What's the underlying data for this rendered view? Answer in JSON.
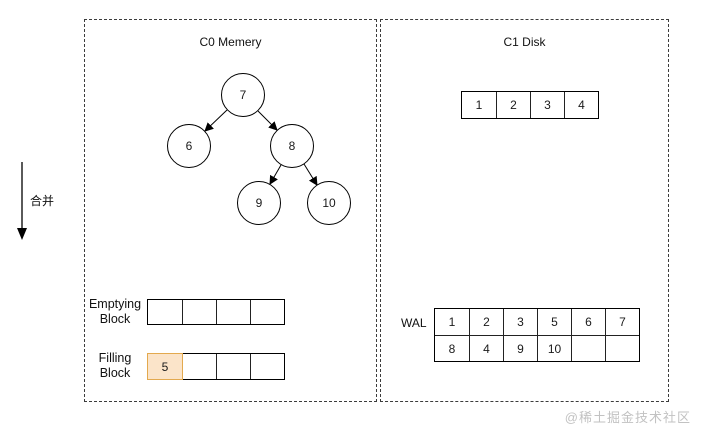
{
  "merge": {
    "label": "合并"
  },
  "c0": {
    "title": "C0 Memery",
    "tree": {
      "nodes": [
        {
          "label": "7"
        },
        {
          "label": "6"
        },
        {
          "label": "8"
        },
        {
          "label": "9"
        },
        {
          "label": "10"
        }
      ],
      "edges": [
        {
          "from": "7",
          "to": "6"
        },
        {
          "from": "7",
          "to": "8"
        },
        {
          "from": "8",
          "to": "9"
        },
        {
          "from": "8",
          "to": "10"
        }
      ]
    },
    "emptying_block": {
      "label_lines": [
        "Emptying",
        "Block"
      ],
      "cells": [
        "",
        "",
        "",
        ""
      ]
    },
    "filling_block": {
      "label_lines": [
        "Filling",
        "Block"
      ],
      "cells": [
        "5",
        "",
        "",
        ""
      ],
      "highlight_cell_index": 0,
      "highlight_fill": "#FBE4C9",
      "highlight_border": "#E3A94E"
    }
  },
  "c1": {
    "title": "C1 Disk",
    "disk_array": [
      "1",
      "2",
      "3",
      "4"
    ],
    "wal": {
      "label": "WAL",
      "rows": [
        [
          "1",
          "2",
          "3",
          "5",
          "6",
          "7"
        ],
        [
          "8",
          "4",
          "9",
          "10",
          "",
          ""
        ]
      ]
    }
  },
  "watermark": "@稀土掘金技术社区"
}
